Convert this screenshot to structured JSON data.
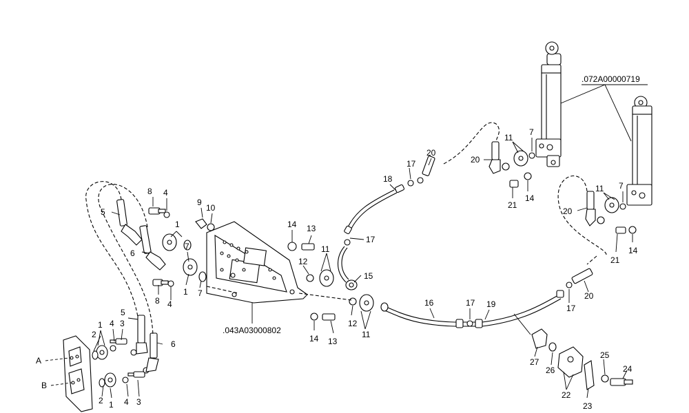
{
  "assembly_refs": {
    "valve_block": ".043A03000802",
    "cylinders": ".072A00000719"
  },
  "callouts": [
    {
      "id": "c-1a",
      "text": "1"
    },
    {
      "id": "c-1b",
      "text": "1"
    },
    {
      "id": "c-1c",
      "text": "1"
    },
    {
      "id": "c-1d",
      "text": "1"
    },
    {
      "id": "c-2a",
      "text": "2"
    },
    {
      "id": "c-2b",
      "text": "2"
    },
    {
      "id": "c-3a",
      "text": "3"
    },
    {
      "id": "c-3b",
      "text": "3"
    },
    {
      "id": "c-4a",
      "text": "4"
    },
    {
      "id": "c-4b",
      "text": "4"
    },
    {
      "id": "c-4c",
      "text": "4"
    },
    {
      "id": "c-4d",
      "text": "4"
    },
    {
      "id": "c-5a",
      "text": "5"
    },
    {
      "id": "c-5b",
      "text": "5"
    },
    {
      "id": "c-6a",
      "text": "6"
    },
    {
      "id": "c-6b",
      "text": "6"
    },
    {
      "id": "c-7a",
      "text": "7"
    },
    {
      "id": "c-7b",
      "text": "7"
    },
    {
      "id": "c-7c",
      "text": "7"
    },
    {
      "id": "c-7d",
      "text": "7"
    },
    {
      "id": "c-8a",
      "text": "8"
    },
    {
      "id": "c-8b",
      "text": "8"
    },
    {
      "id": "c-9",
      "text": "9"
    },
    {
      "id": "c-10",
      "text": "10"
    },
    {
      "id": "c-11a",
      "text": "11"
    },
    {
      "id": "c-11b",
      "text": "11"
    },
    {
      "id": "c-11c",
      "text": "11"
    },
    {
      "id": "c-11d",
      "text": "11"
    },
    {
      "id": "c-12a",
      "text": "12"
    },
    {
      "id": "c-12b",
      "text": "12"
    },
    {
      "id": "c-13a",
      "text": "13"
    },
    {
      "id": "c-13b",
      "text": "13"
    },
    {
      "id": "c-14a",
      "text": "14"
    },
    {
      "id": "c-14b",
      "text": "14"
    },
    {
      "id": "c-14c",
      "text": "14"
    },
    {
      "id": "c-14d",
      "text": "14"
    },
    {
      "id": "c-15",
      "text": "15"
    },
    {
      "id": "c-16",
      "text": "16"
    },
    {
      "id": "c-17a",
      "text": "17"
    },
    {
      "id": "c-17b",
      "text": "17"
    },
    {
      "id": "c-17c",
      "text": "17"
    },
    {
      "id": "c-17d",
      "text": "17"
    },
    {
      "id": "c-18",
      "text": "18"
    },
    {
      "id": "c-19",
      "text": "19"
    },
    {
      "id": "c-20a",
      "text": "20"
    },
    {
      "id": "c-20b",
      "text": "20"
    },
    {
      "id": "c-20c",
      "text": "20"
    },
    {
      "id": "c-20d",
      "text": "20"
    },
    {
      "id": "c-21a",
      "text": "21"
    },
    {
      "id": "c-21b",
      "text": "21"
    },
    {
      "id": "c-22",
      "text": "22"
    },
    {
      "id": "c-23",
      "text": "23"
    },
    {
      "id": "c-24",
      "text": "24"
    },
    {
      "id": "c-25",
      "text": "25"
    },
    {
      "id": "c-26",
      "text": "26"
    },
    {
      "id": "c-27",
      "text": "27"
    },
    {
      "id": "c-A",
      "text": "A"
    },
    {
      "id": "c-B",
      "text": "B"
    }
  ]
}
